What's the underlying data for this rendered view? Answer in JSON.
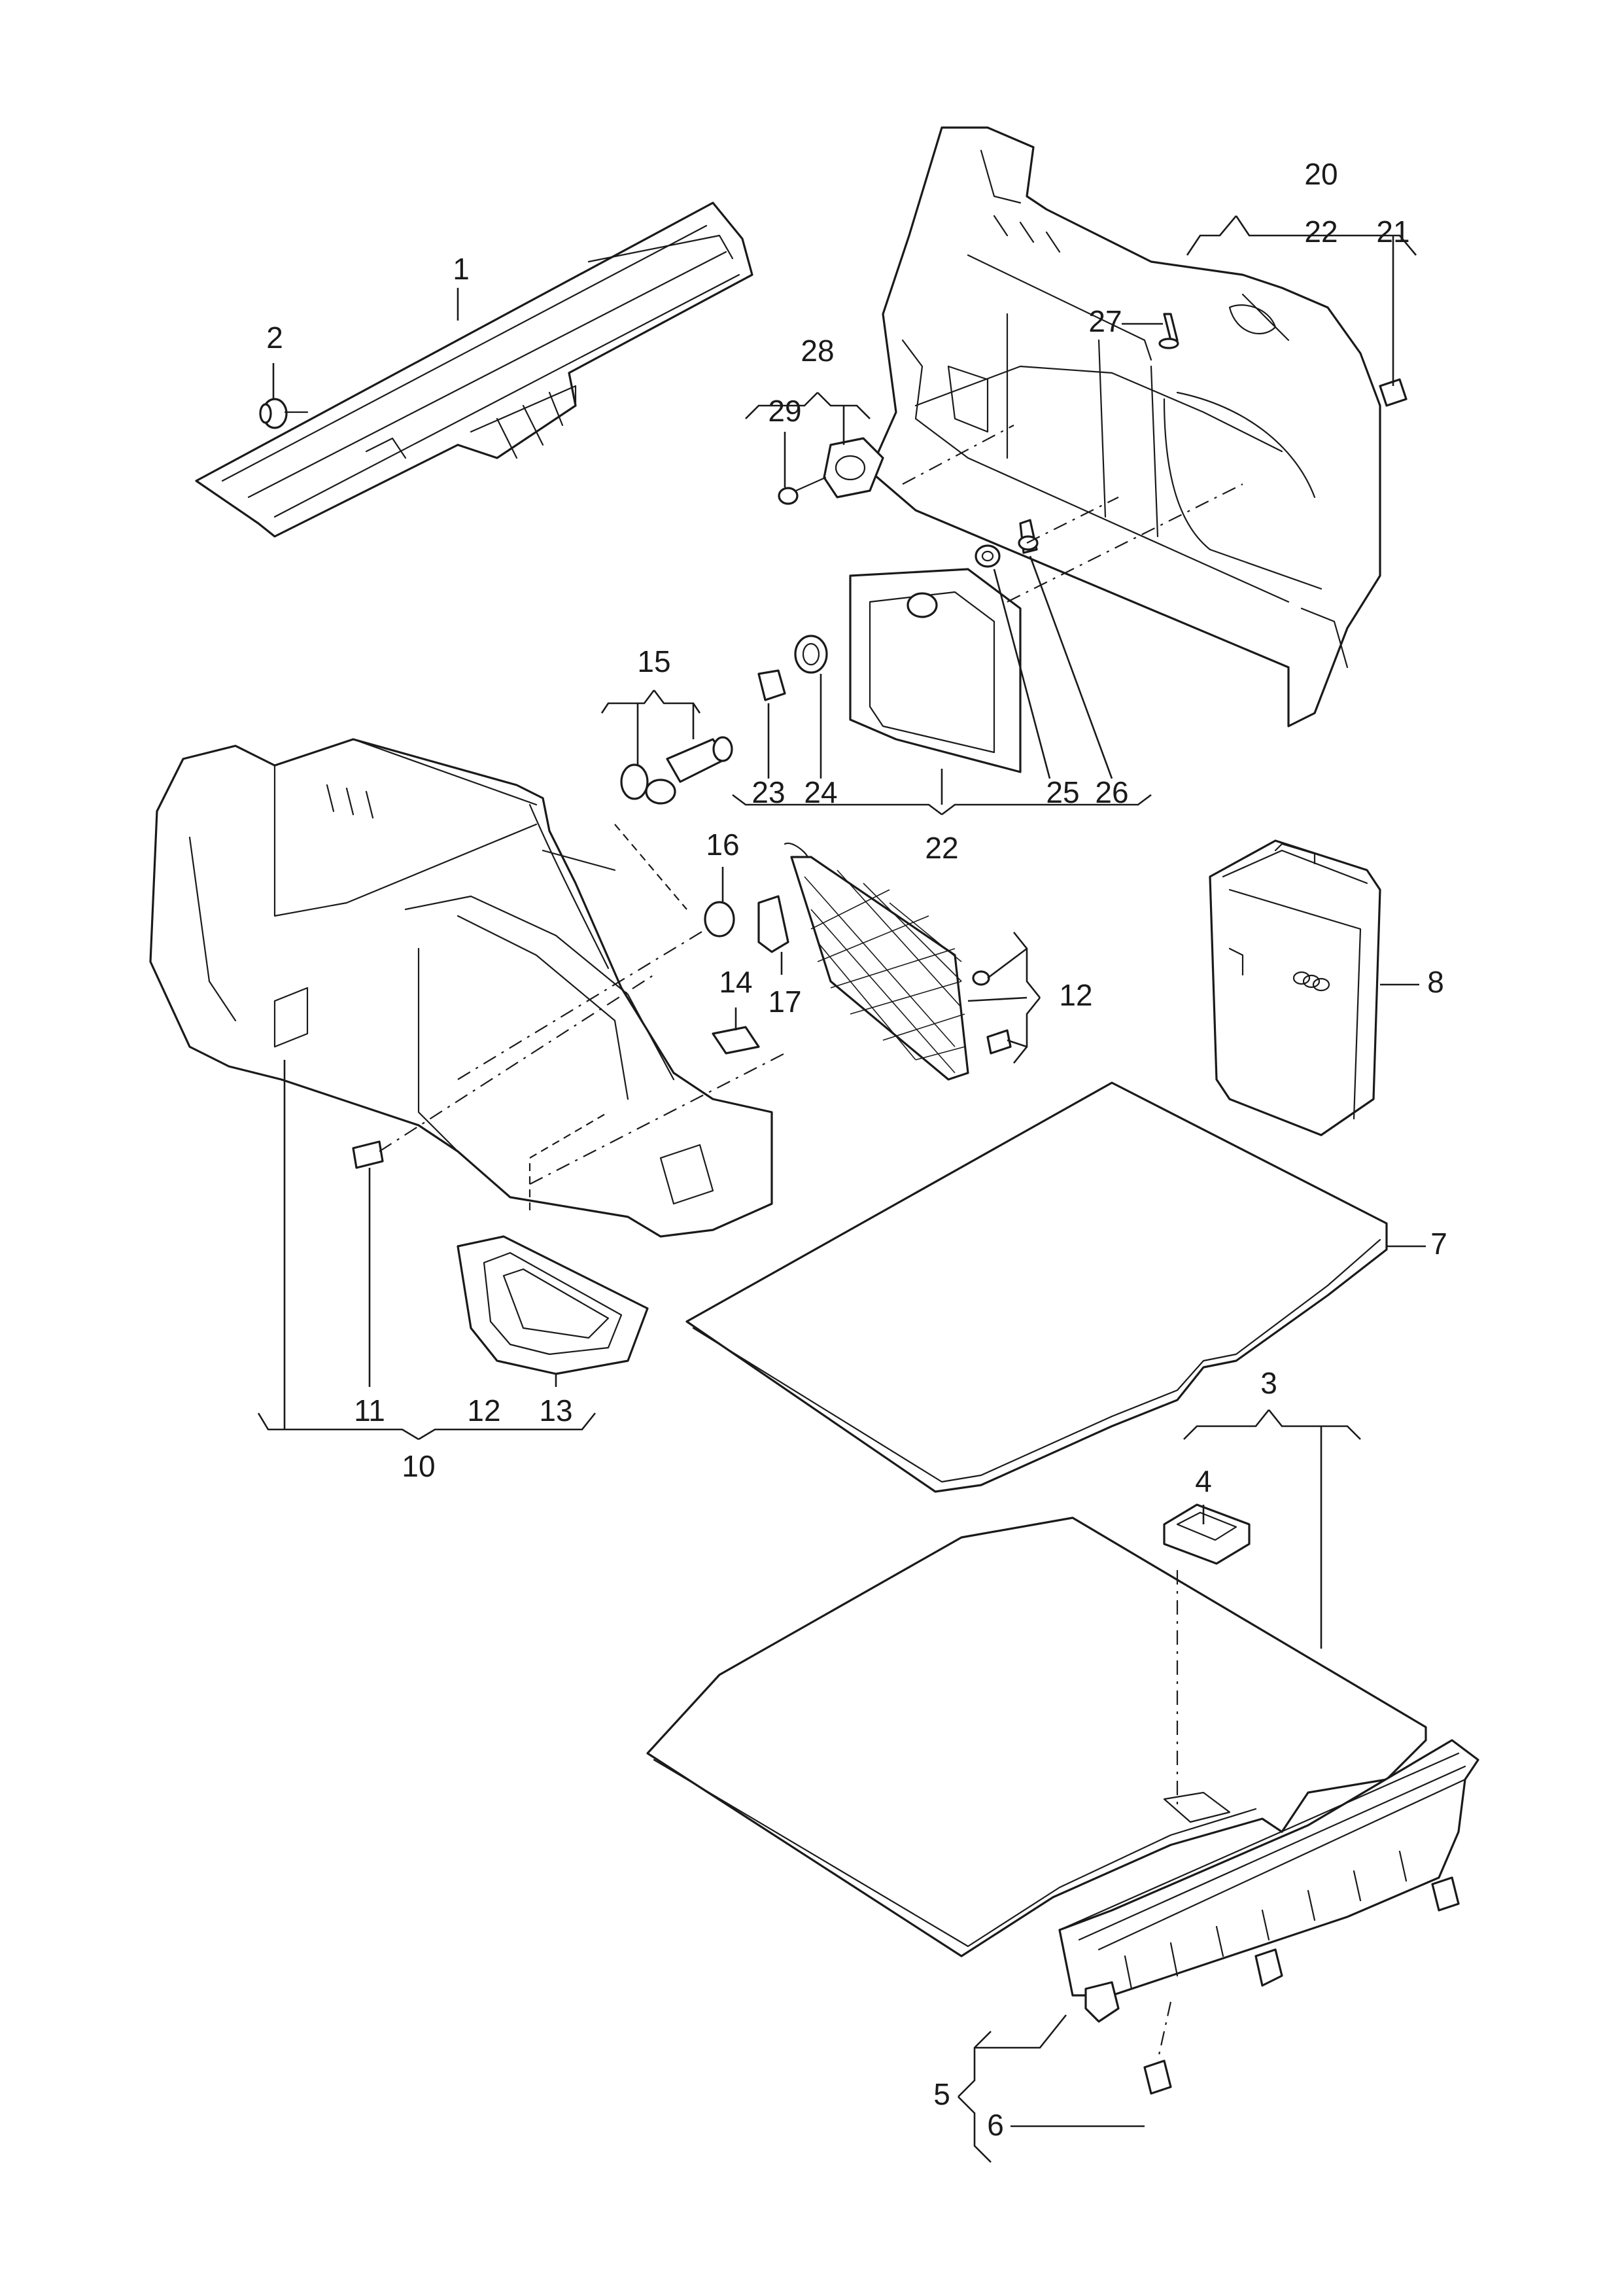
{
  "callouts": {
    "c1": "1",
    "c2": "2",
    "c3": "3",
    "c4": "4",
    "c5": "5",
    "c6": "6",
    "c7": "7",
    "c8": "8",
    "c10": "10",
    "c11": "11",
    "c12a": "12",
    "c12b": "12",
    "c13": "13",
    "c14": "14",
    "c15": "15",
    "c16": "16",
    "c17": "17",
    "c20": "20",
    "c21": "21",
    "c22a": "22",
    "c22b": "22",
    "c23": "23",
    "c24": "24",
    "c25": "25",
    "c26": "26",
    "c27": "27",
    "c28": "28",
    "c29": "29"
  }
}
